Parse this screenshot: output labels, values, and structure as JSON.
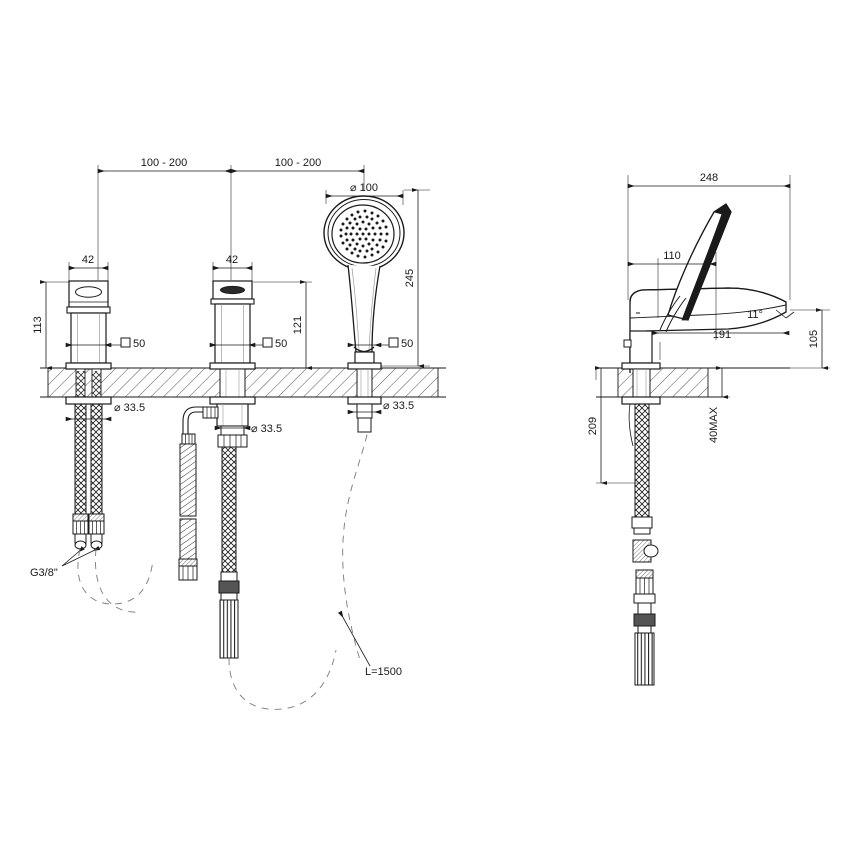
{
  "drawing": {
    "type": "technical-dimension-drawing",
    "subject": "4-hole bath/roman tub mixer with hand shower",
    "units": "mm",
    "views": [
      {
        "name": "front-elevation",
        "position": "left"
      },
      {
        "name": "side-elevation",
        "position": "right"
      }
    ]
  },
  "front_view": {
    "dimensions": {
      "spacing_left_label": "100 - 200",
      "spacing_right_label": "100 - 200",
      "handle_width": "42",
      "diverter_width": "42",
      "handle_height": "113",
      "diverter_height": "121",
      "handshower_height": "245",
      "handshower_diameter": "⌀ 100",
      "hole_square_1": "50",
      "hole_square_2": "50",
      "hole_square_3": "50",
      "shank_diameter_1": "⌀ 33.5",
      "shank_diameter_2": "⌀ 33.5",
      "shank_diameter_3": "⌀ 33.5"
    },
    "labels": {
      "thread": "G3/8\"",
      "hose_length": "L=1500"
    }
  },
  "side_view": {
    "dimensions": {
      "total_reach": "248",
      "handle_reach": "110",
      "spout_reach": "191",
      "spout_height": "105",
      "spout_angle": "11°",
      "below_counter": "209",
      "counter_thickness": "40MAX"
    }
  },
  "styles": {
    "line_color": "#1a1a1a",
    "thin_line_color": "#555555",
    "hatch_color": "#2a2a2a",
    "background": "#ffffff"
  }
}
